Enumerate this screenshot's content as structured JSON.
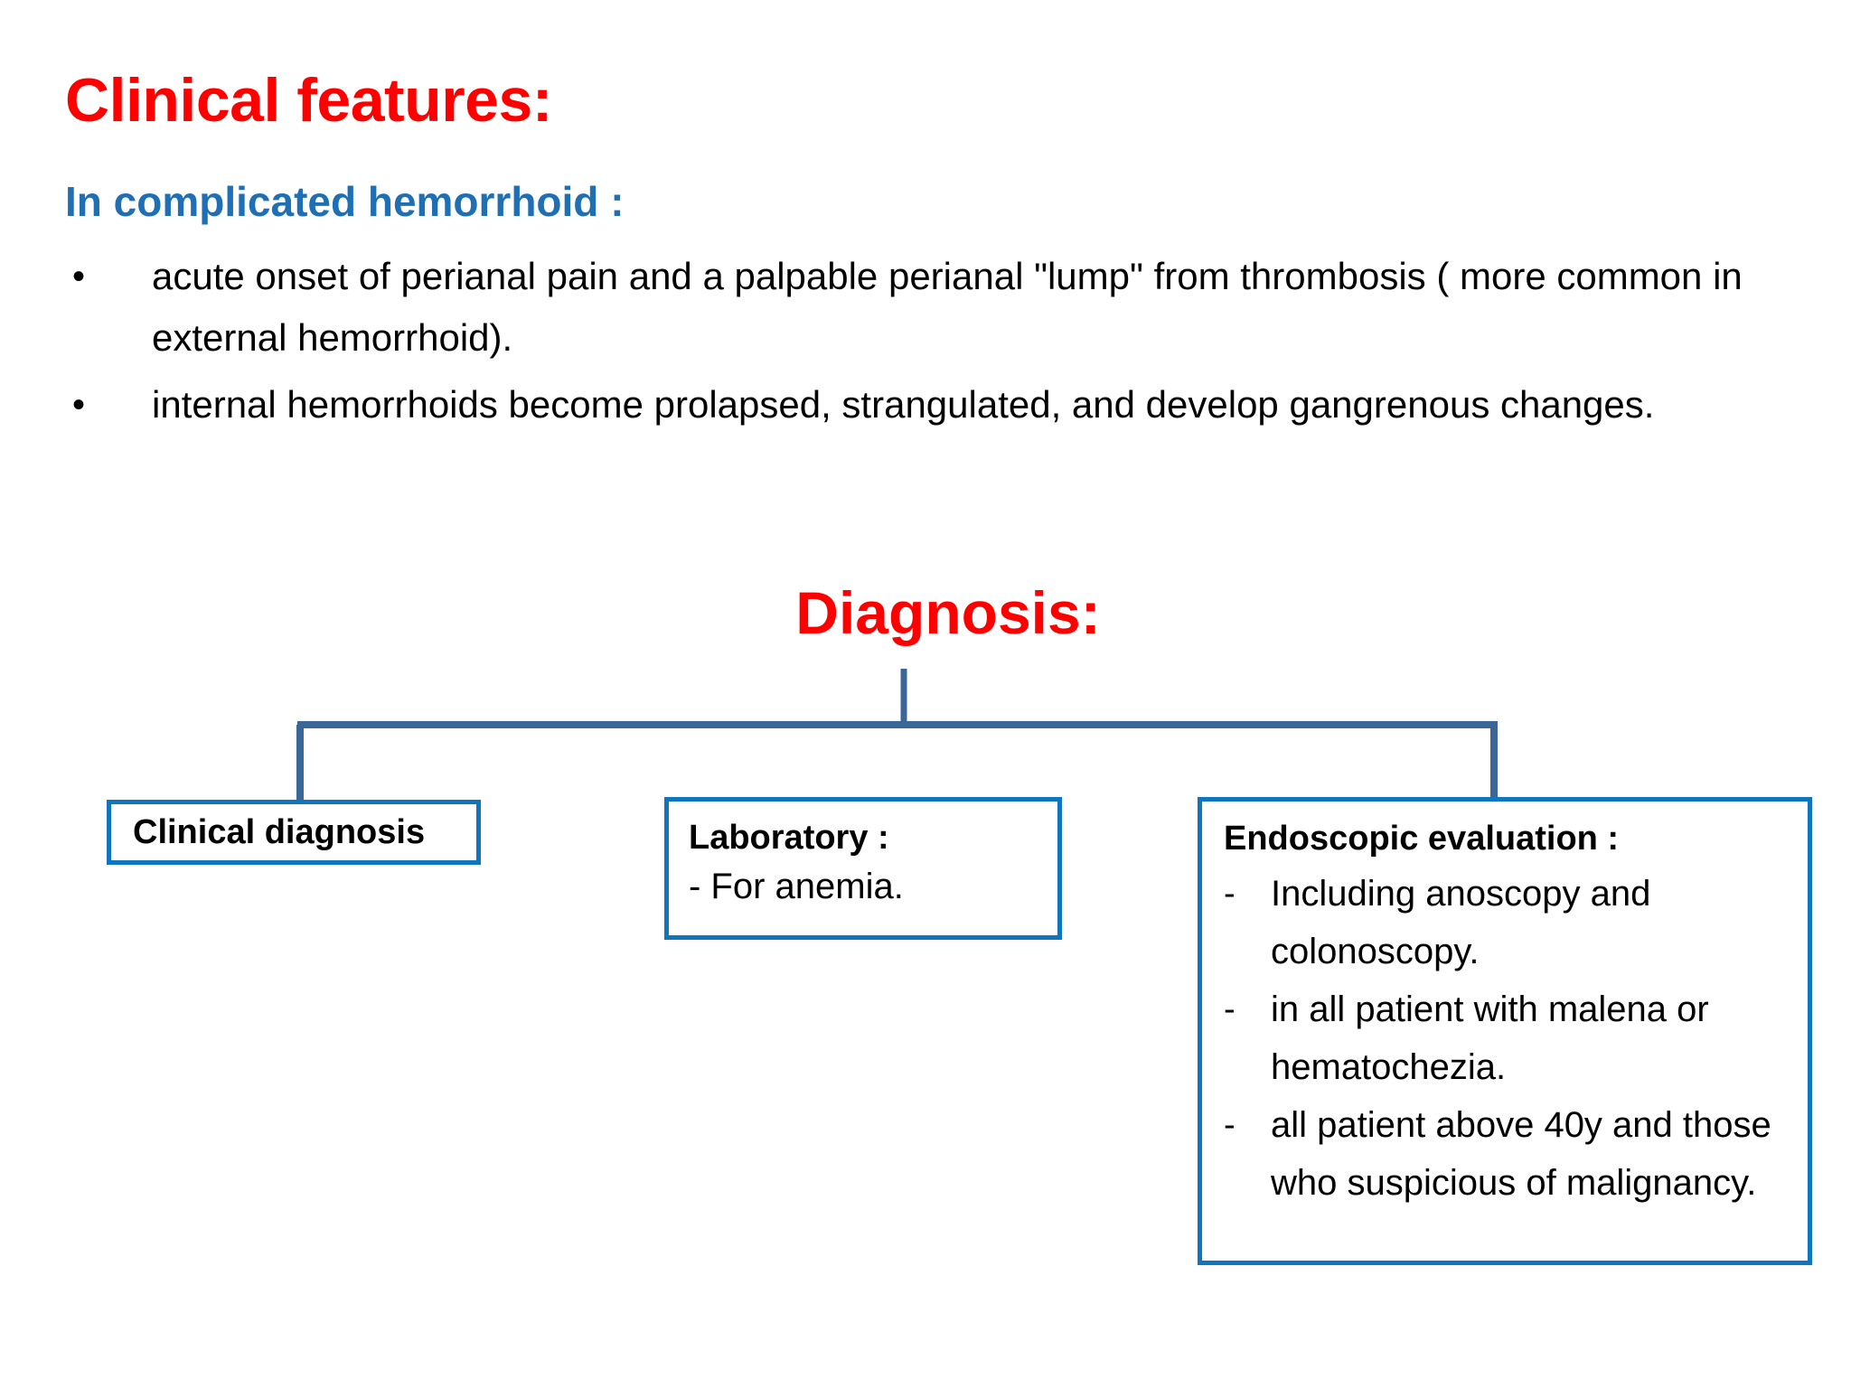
{
  "slide": {
    "title": "Clinical features:",
    "subtitle": "In complicated hemorrhoid :",
    "bullet_marker": "•",
    "bullets": [
      "acute onset of perianal pain and a palpable perianal \"lump\" from thrombosis ( more common in external hemorrhoid).",
      "internal hemorrhoids become prolapsed, strangulated, and develop gangrenous changes."
    ],
    "diagnosis_heading": "Diagnosis:",
    "nodes": {
      "clinical": {
        "title": "Clinical diagnosis"
      },
      "laboratory": {
        "title": "Laboratory :",
        "lines": [
          "- For anemia."
        ]
      },
      "endoscopic": {
        "title": "Endoscopic evaluation :",
        "dash": "-",
        "items": [
          "Including anoscopy and colonoscopy.",
          "in all patient with malena or hematochezia.",
          "all patient above 40y and those who suspicious of malignancy."
        ]
      }
    },
    "colors": {
      "title_red": "#FF0000",
      "subtitle_blue": "#1F6FB5",
      "box_border_blue": "#0F75BC",
      "connector_blue": "#3B6698",
      "background": "#FFFFFF",
      "body_text": "#000000"
    }
  }
}
